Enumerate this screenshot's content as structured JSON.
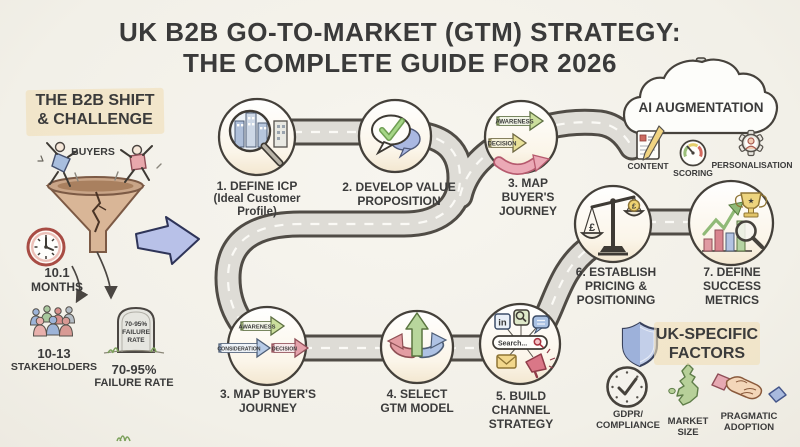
{
  "title": {
    "line1": "UK B2B GO-TO-MARKET (GTM) STRATEGY:",
    "line2": "THE COMPLETE GUIDE FOR 2026"
  },
  "left_panel": {
    "heading": {
      "line1": "THE B2B SHIFT",
      "line2": "& CHALLENGE"
    },
    "buyers_label": "BUYERS",
    "months": {
      "value": "10.1",
      "label": "MONTHS"
    },
    "stakeholders": {
      "value": "10-13",
      "label": "STAKEHOLDERS"
    },
    "failure": {
      "value": "70-95%",
      "label": "FAILURE RATE",
      "tombstone_line1": "70-95%",
      "tombstone_line2": "FAILURE",
      "tombstone_line3": "RATE"
    }
  },
  "steps": [
    {
      "lines": [
        "1. DEFINE ICP",
        "(Ideal Customer",
        "Profile)"
      ]
    },
    {
      "lines": [
        "2. DEVELOP VALUE",
        "PROPOSITION"
      ]
    },
    {
      "lines": [
        "3. MAP",
        "BUYER'S",
        "JOURNEY"
      ],
      "arrows": {
        "a1": "AWARENESS",
        "a2": "DECISION"
      }
    },
    {
      "lines": [
        "3. MAP BUYER'S",
        "JOURNEY"
      ],
      "arrows": {
        "a1": "AWARENESS",
        "a2": "CONSIDERATION",
        "a3": "DECISION"
      }
    },
    {
      "lines": [
        "4. SELECT",
        "GTM MODEL"
      ]
    },
    {
      "lines": [
        "5. BUILD",
        "CHANNEL",
        "STRATEGY"
      ],
      "search_placeholder": "Search...",
      "linkedin": "in"
    },
    {
      "lines": [
        "6. ESTABLISH",
        "PRICING &",
        "POSITIONING"
      ],
      "currency": "£"
    },
    {
      "lines": [
        "7. DEFINE",
        "SUCCESS",
        "METRICS"
      ],
      "trophy_star": "★"
    }
  ],
  "ai_section": {
    "title": "AI AUGMENTATION",
    "items": [
      {
        "label": "CONTENT"
      },
      {
        "label": "SCORING"
      },
      {
        "label": "PERSONALISATION"
      }
    ]
  },
  "uk_section": {
    "heading": {
      "line1": "UK-SPECIFIC",
      "line2": "FACTORS"
    },
    "items": [
      {
        "line1": "GDPR/",
        "line2": "COMPLIANCE"
      },
      {
        "line1": "MARKET",
        "line2": "SIZE"
      },
      {
        "line1": "PRAGMATIC",
        "line2": "ADOPTION"
      }
    ]
  },
  "colors": {
    "background": "#f3f1ea",
    "ink": "#3b3b3b",
    "highlight": "#f0e1bd",
    "road_fill": "#dedcd6",
    "road_outline": "#504c46",
    "green": "#ccdf9d",
    "blue": "#b7cbe7",
    "red": "#e5a2ab",
    "yellow": "#e9e199",
    "funnel_tan": "#d9b697",
    "shield_blue": "#c3cfe9"
  }
}
